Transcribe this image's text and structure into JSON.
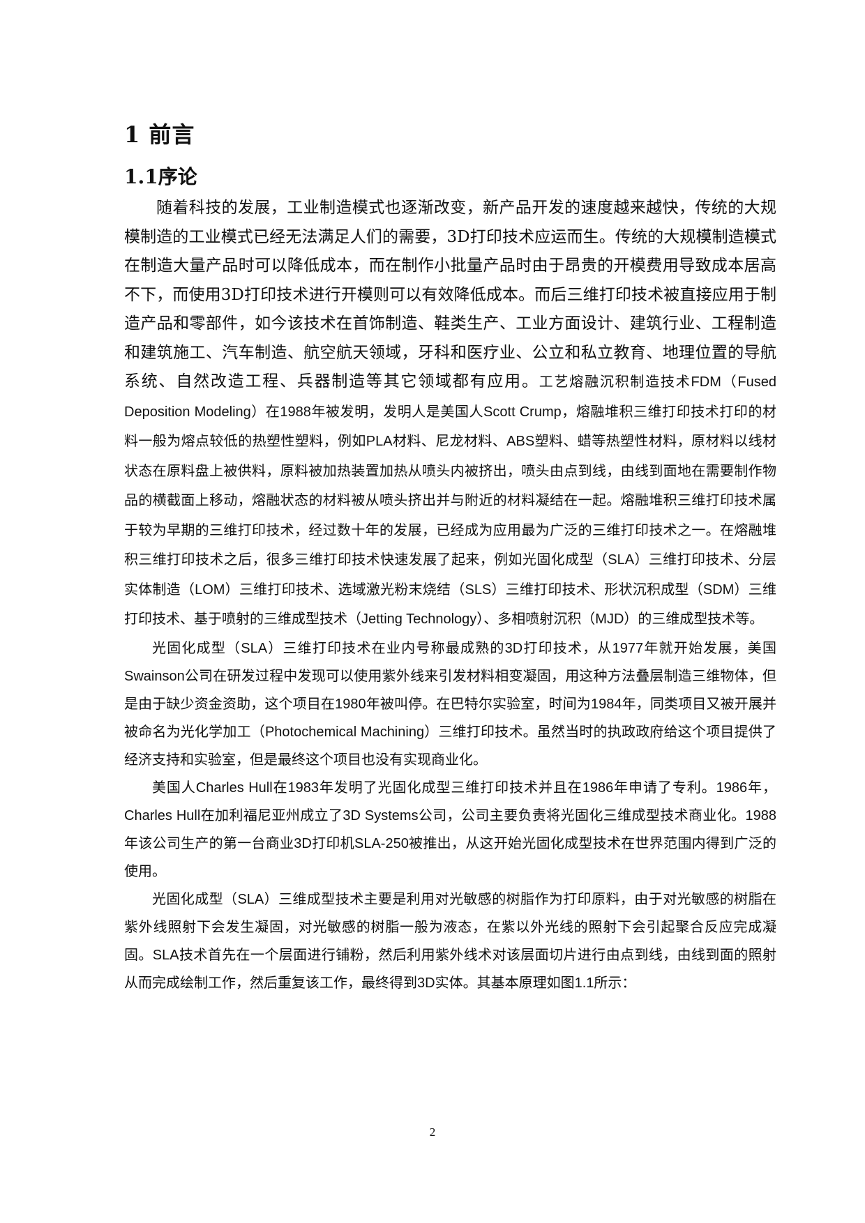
{
  "document": {
    "chapter_title": "1 前言",
    "section_title": "1.1序论",
    "paragraphs": [
      {
        "serif_part": "随着科技的发展，工业制造模式也逐渐改变，新产品开发的速度越来越快，传统的大规模制造的工业模式已经无法满足人们的需要，3D打印技术应运而生。传统的大规模制造模式在制造大量产品时可以降低成本，而在制作小批量产品时由于昂贵的开模费用导致成本居高不下，而使用3D打印技术进行开模则可以有效降低成本。而后三维打印技术被直接应用于制造产品和零部件，如今该技术在首饰制造、鞋类生产、工业方面设计、建筑行业、工程制造和建筑施工、汽车制造、航空航天领域，牙科和医疗业、公立和私立教育、地理位置的导航系统、自然改造工程、兵器制造等其它领域都有应用。",
        "sans_part": "工艺熔融沉积制造技术FDM（Fused Deposition Modeling）在1988年被发明，发明人是美国人Scott Crump，熔融堆积三维打印技术打印的材料一般为熔点较低的热塑性塑料，例如PLA材料、尼龙材料、ABS塑料、蜡等热塑性材料，原材料以线材状态在原料盘上被供料，原料被加热装置加热从喷头内被挤出，喷头由点到线，由线到面地在需要制作物品的横截面上移动，熔融状态的材料被从喷头挤出并与附近的材料凝结在一起。熔融堆积三维打印技术属于较为早期的三维打印技术，经过数十年的发展，已经成为应用最为广泛的三维打印技术之一。在熔融堆积三维打印技术之后，很多三维打印技术快速发展了起来，例如光固化成型（SLA）三维打印技术、分层实体制造（LOM）三维打印技术、选域激光粉末烧结（SLS）三维打印技术、形状沉积成型（SDM）三维打印技术、基于喷射的三维成型技术（Jetting Technology）、多相喷射沉积（MJD）的三维成型技术等。"
      },
      {
        "text": "光固化成型（SLA）三维打印技术在业内号称最成熟的3D打印技术，从1977年就开始发展，美国Swainson公司在研发过程中发现可以使用紫外线来引发材料相变凝固，用这种方法叠层制造三维物体，但是由于缺少资金资助，这个项目在1980年被叫停。在巴特尔实验室，时间为1984年，同类项目又被开展并被命名为光化学加工（Photochemical Machining）三维打印技术。虽然当时的执政政府给这个项目提供了经济支持和实验室，但是最终这个项目也没有实现商业化。"
      },
      {
        "text": "美国人Charles Hull在1983年发明了光固化成型三维打印技术并且在1986年申请了专利。1986年，Charles Hull在加利福尼亚州成立了3D Systems公司，公司主要负责将光固化三维成型技术商业化。1988年该公司生产的第一台商业3D打印机SLA-250被推出，从这开始光固化成型技术在世界范围内得到广泛的使用。"
      },
      {
        "text": "光固化成型（SLA）三维成型技术主要是利用对光敏感的树脂作为打印原料，由于对光敏感的树脂在紫外线照射下会发生凝固，对光敏感的树脂一般为液态，在紫以外光线的照射下会引起聚合反应完成凝固。SLA技术首先在一个层面进行铺粉，然后利用紫外线术对该层面切片进行由点到线，由线到面的照射从而完成绘制工作，然后重复该工作，最终得到3D实体。其基本原理如图1.1所示："
      }
    ],
    "page_number": "2"
  }
}
